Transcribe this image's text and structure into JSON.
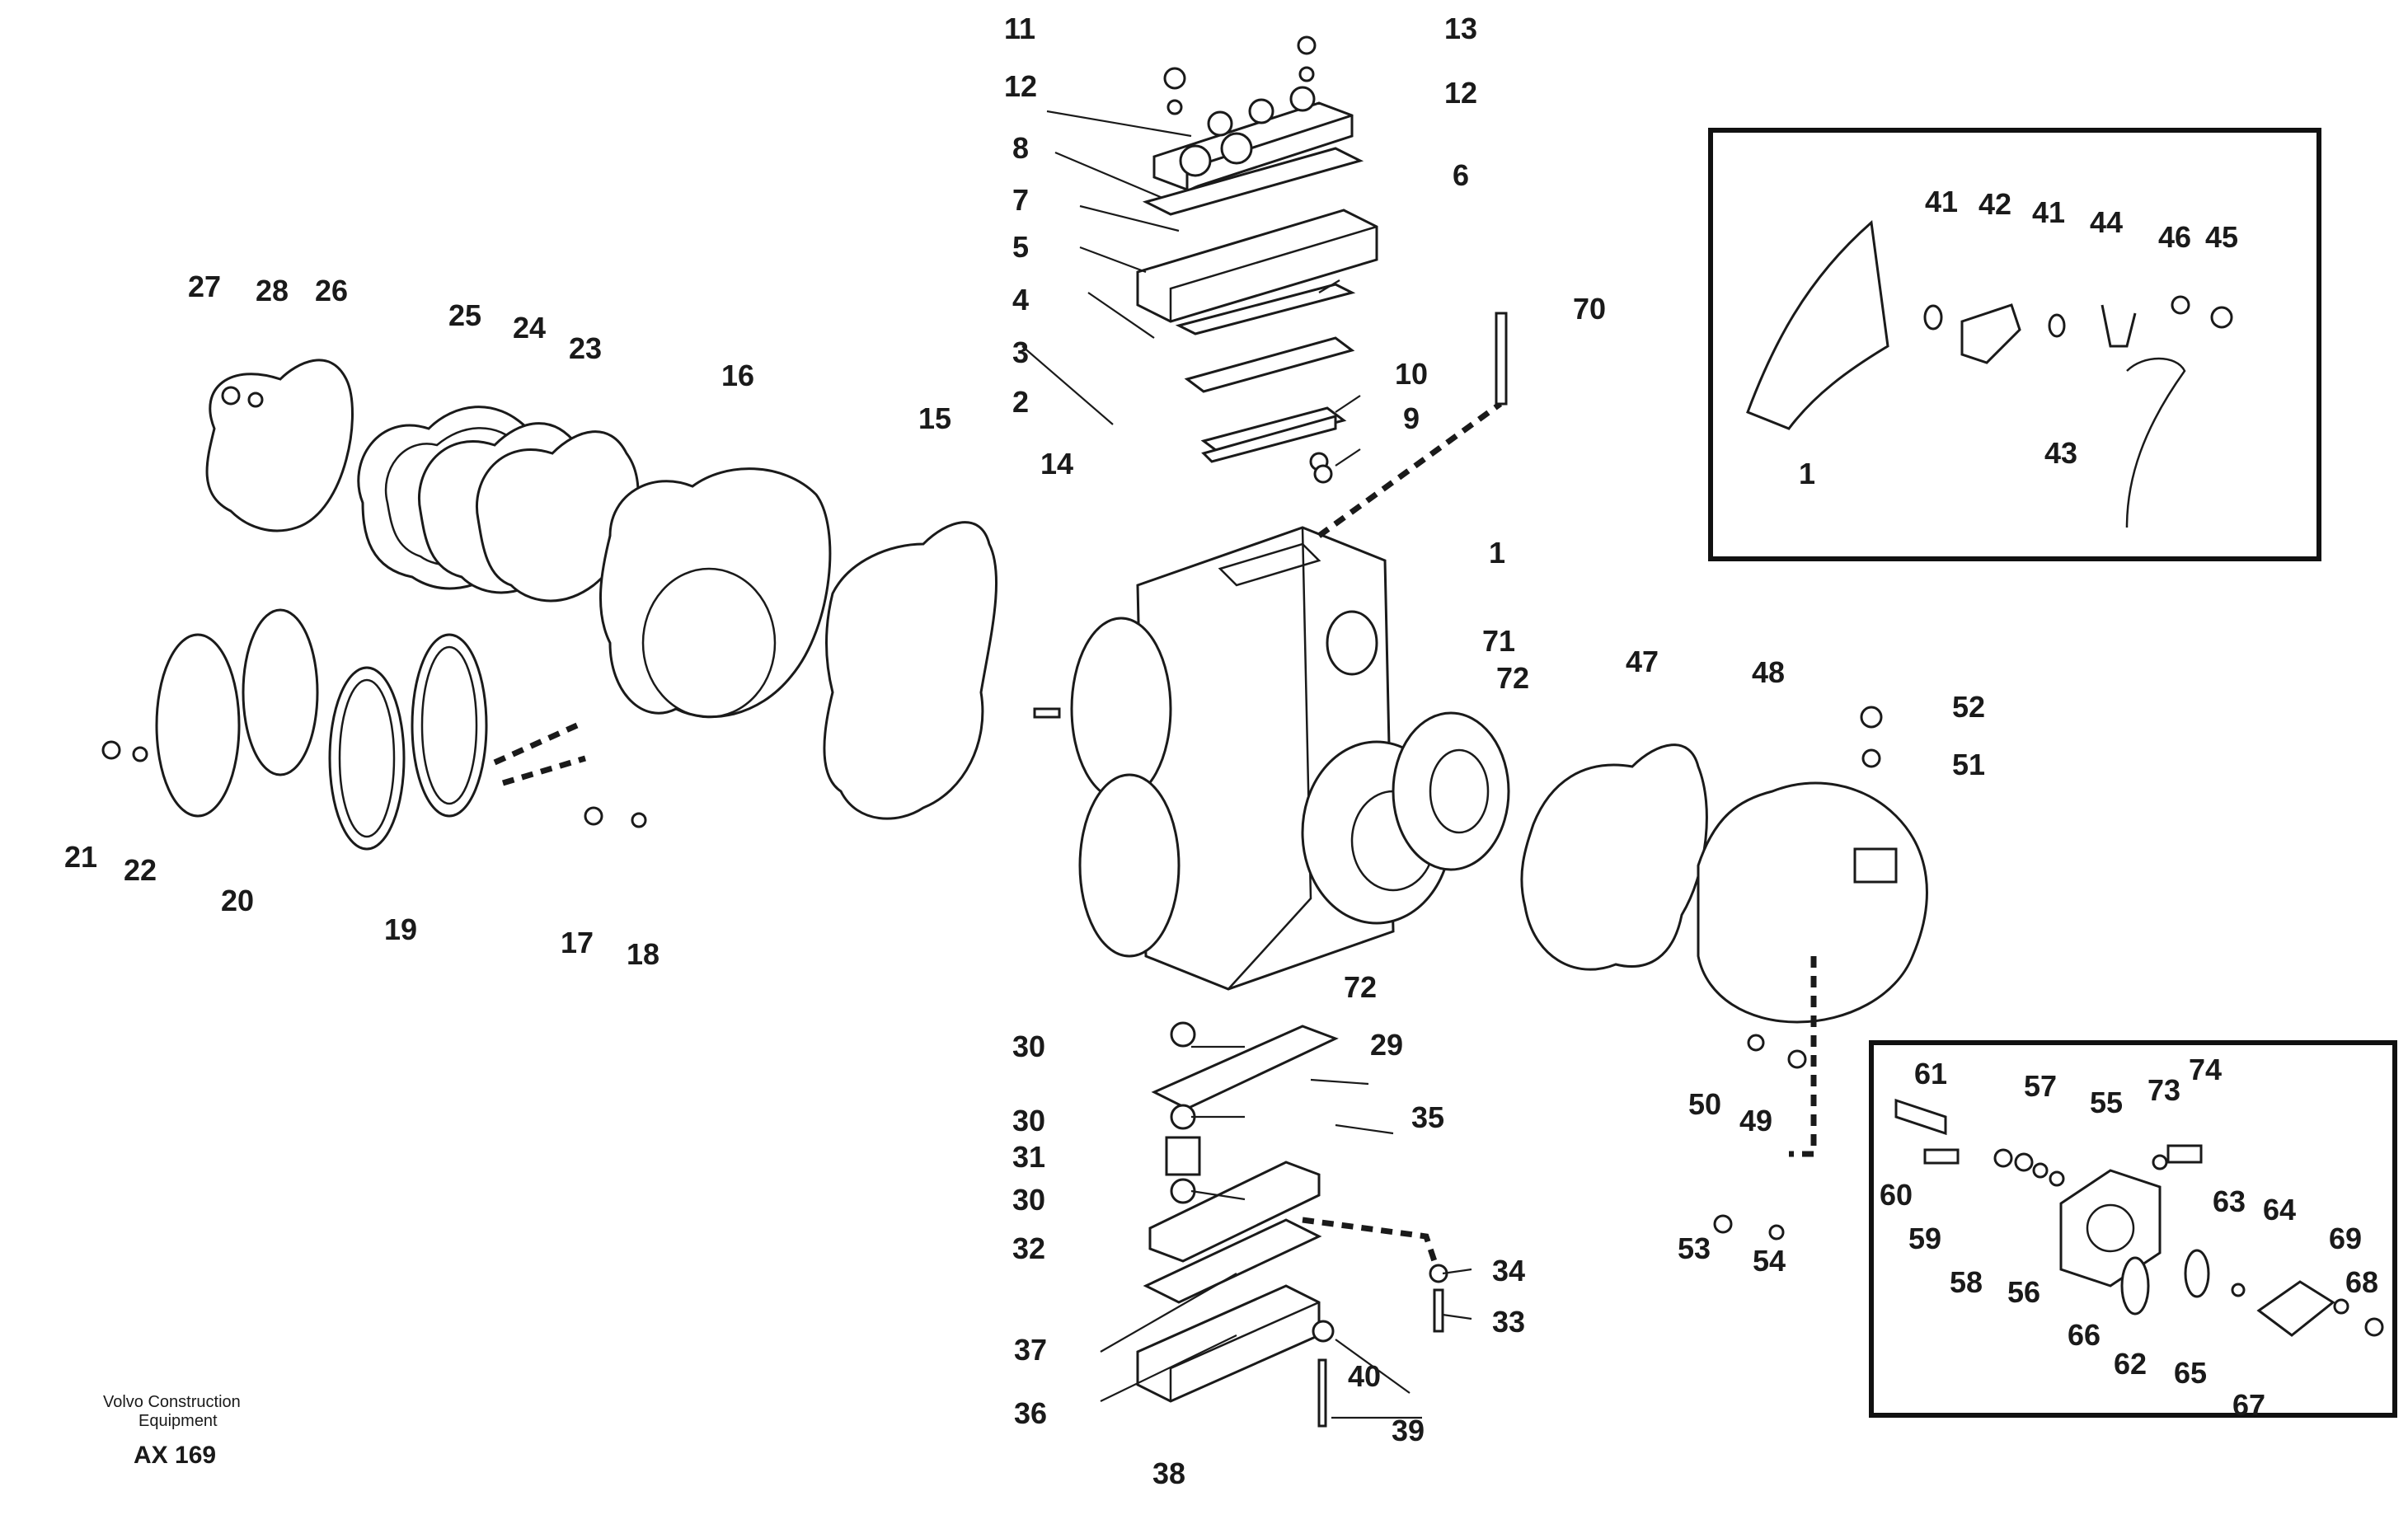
{
  "footer": {
    "brand_line1": "Volvo Construction",
    "brand_line2": "Equipment",
    "code": "AX 169"
  },
  "callouts": [
    "11",
    "13",
    "12",
    "12",
    "8",
    "6",
    "7",
    "5",
    "4",
    "3",
    "10",
    "2",
    "9",
    "70",
    "27",
    "28",
    "26",
    "25",
    "24",
    "23",
    "16",
    "15",
    "14",
    "1",
    "71",
    "72",
    "72",
    "47",
    "48",
    "52",
    "51",
    "21",
    "22",
    "20",
    "19",
    "17",
    "18",
    "30",
    "29",
    "30",
    "35",
    "31",
    "30",
    "32",
    "34",
    "33",
    "37",
    "40",
    "36",
    "39",
    "38",
    "50",
    "49",
    "53",
    "54",
    "41",
    "42",
    "41",
    "44",
    "46",
    "45",
    "1",
    "43",
    "61",
    "57",
    "55",
    "73",
    "74",
    "60",
    "59",
    "58",
    "56",
    "63",
    "64",
    "69",
    "68",
    "66",
    "62",
    "65",
    "67"
  ]
}
